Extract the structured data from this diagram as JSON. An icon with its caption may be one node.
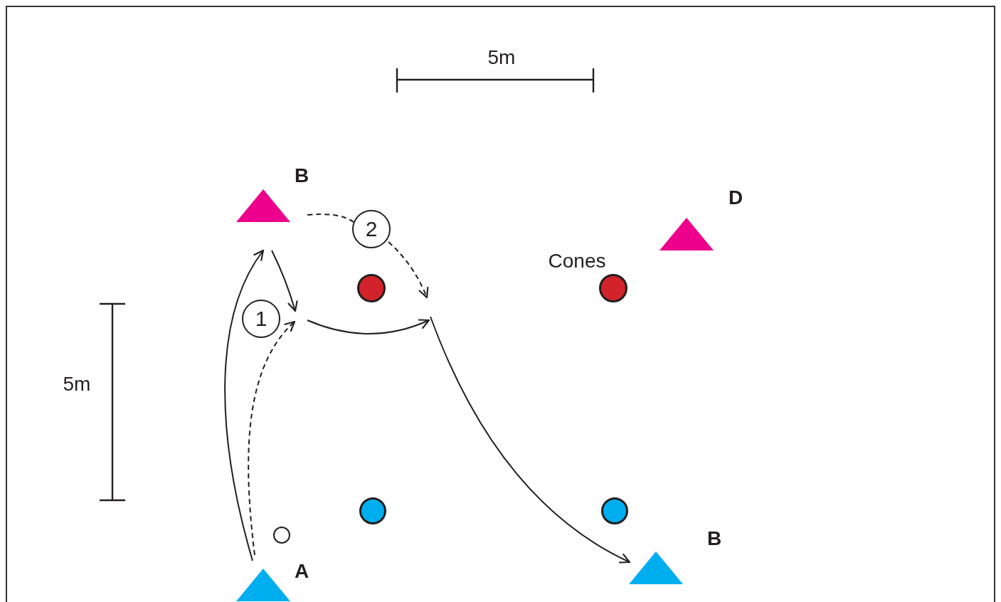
{
  "diagram": {
    "nodes": [
      {
        "text": [
          "B"
        ]
      },
      {
        "text": [
          "2"
        ]
      },
      {
        "text": [
          "D"
        ]
      },
      {
        "text": [],
        "shape": "circle"
      },
      {
        "text": [],
        "shape": "circle"
      },
      {
        "text": [
          "1"
        ]
      },
      {
        "text": [],
        "shape": "circle"
      },
      {
        "text": [],
        "shape": "circle"
      },
      {
        "text": [],
        "shape": "circle"
      },
      {
        "text": [
          "B"
        ]
      },
      {
        "text": [
          "A"
        ]
      }
    ],
    "edges": [
      {
        "from": 10,
        "to": 0,
        "arrow": "to"
      },
      {
        "from": 10,
        "to": 5,
        "arrow": "to",
        "style": "dashed"
      },
      {
        "from": 0,
        "to": 5,
        "arrow": "to"
      },
      {
        "from": 5,
        "to": null,
        "arrow": "to"
      },
      {
        "from": null,
        "to": 9,
        "arrow": "to"
      },
      {
        "from": 0,
        "to": 1,
        "arrow": "none",
        "style": "dashed"
      },
      {
        "from": 1,
        "to": null,
        "arrow": "to",
        "style": "dashed"
      }
    ],
    "labels": [
      "5m",
      "Cones",
      "5m"
    ]
  }
}
